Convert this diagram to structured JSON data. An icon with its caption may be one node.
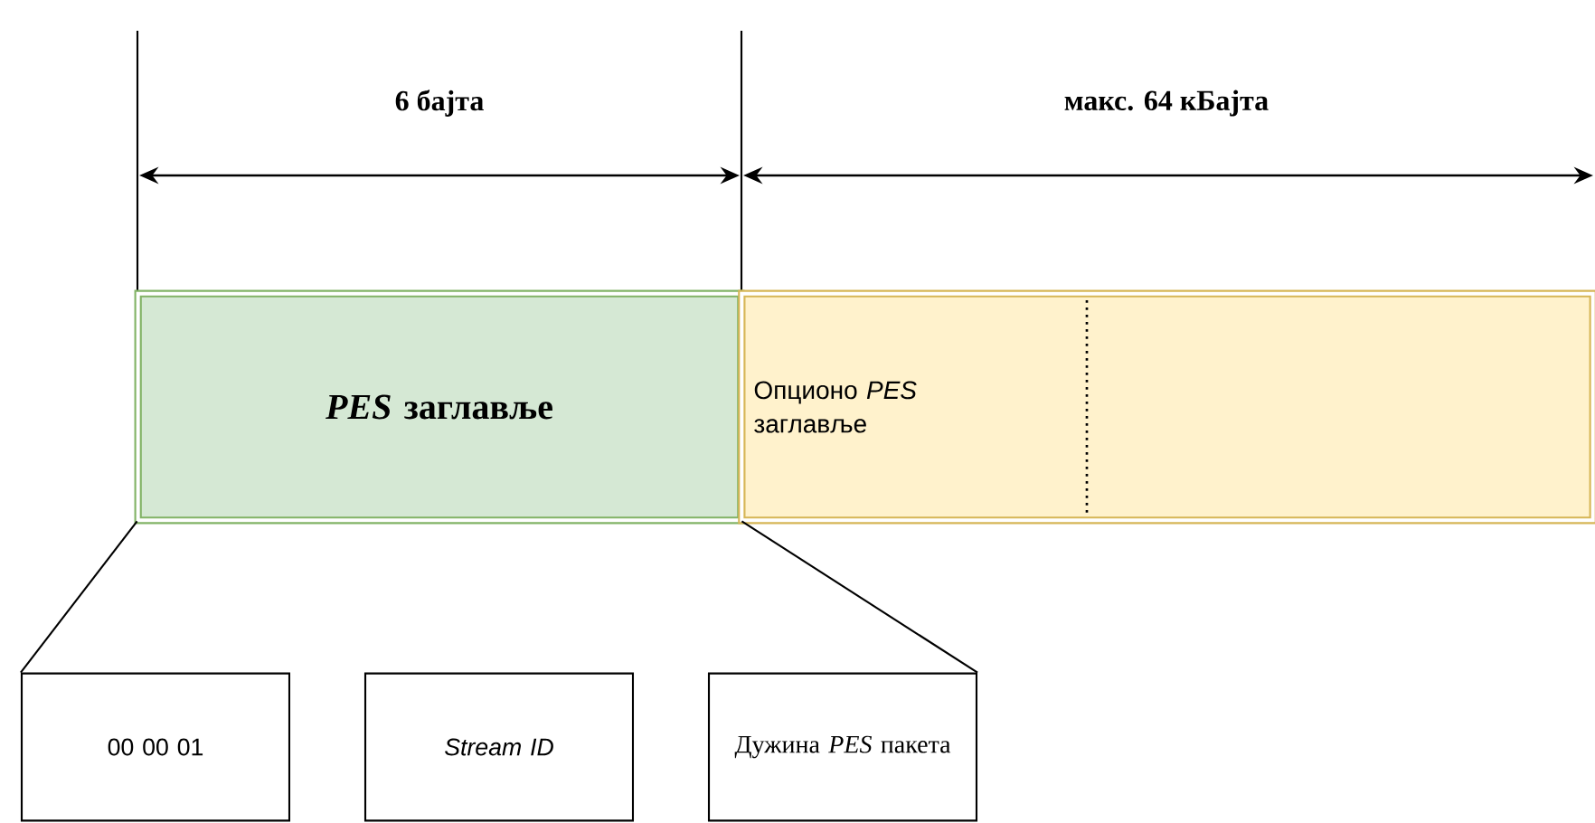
{
  "diagram": {
    "nodes": [
      {
        "text": [
          "*PES* заглавље"
        ]
      },
      {
        "text": [
          "Опционо *PES* заглавље"
        ]
      },
      {
        "text": [
          "00 00 01"
        ]
      },
      {
        "text": [
          "Stream ID"
        ]
      },
      {
        "text": [
          "Дужина *PES* пакета"
        ]
      }
    ],
    "edges": [
      {
        "from": 0,
        "to": 2,
        "arrow": "none"
      },
      {
        "from": 0,
        "to": 4,
        "arrow": "none"
      }
    ],
    "labels": [
      "6 бајта",
      "макс. 64 кБајта"
    ]
  }
}
